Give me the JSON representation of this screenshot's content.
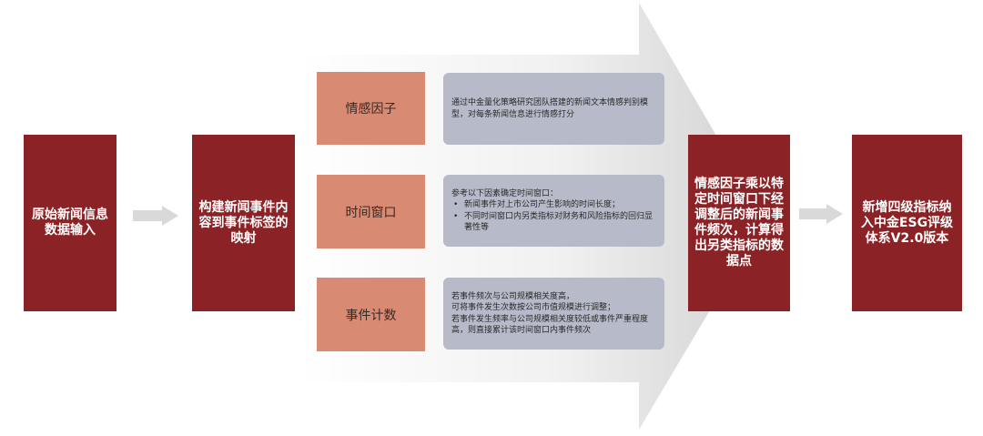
{
  "colors": {
    "dark_box": "#8b2326",
    "factor_box": "#d98a73",
    "description_box": "#b7bac9",
    "connector": "#d9d9d9"
  },
  "step1": {
    "label": "原始新闻信息数据输入"
  },
  "step2": {
    "label": "构建新闻事件内容到事件标签的映射"
  },
  "factors": [
    {
      "label": "情感因子",
      "description": {
        "text": "通过中金量化策略研究团队搭建的新闻文本情感判别模型，对每条新闻信息进行情感打分"
      }
    },
    {
      "label": "时间窗口",
      "description": {
        "intro": "参考以下因素确定时间窗口：",
        "bullets": [
          "新闻事件对上市公司产生影响的时间长度；",
          "不同时间窗口内另类指标对财务和风险指标的回归显著性等"
        ]
      }
    },
    {
      "label": "事件计数",
      "description": {
        "lines": [
          "若事件频次与公司规模相关度高，",
          "可将事件发生次数按公司市值规模进行调整；",
          "若事件发生频率与公司规模相关度较低或事件严重程度高，则直接累计该时间窗口内事件频次"
        ]
      }
    }
  ],
  "step3": {
    "label": "情感因子乘以特定时间窗口下经调整后的新闻事件频次，计算得出另类指标的数据点"
  },
  "step4": {
    "label": "新增四级指标纳入中金ESG评级体系V2.0版本"
  }
}
